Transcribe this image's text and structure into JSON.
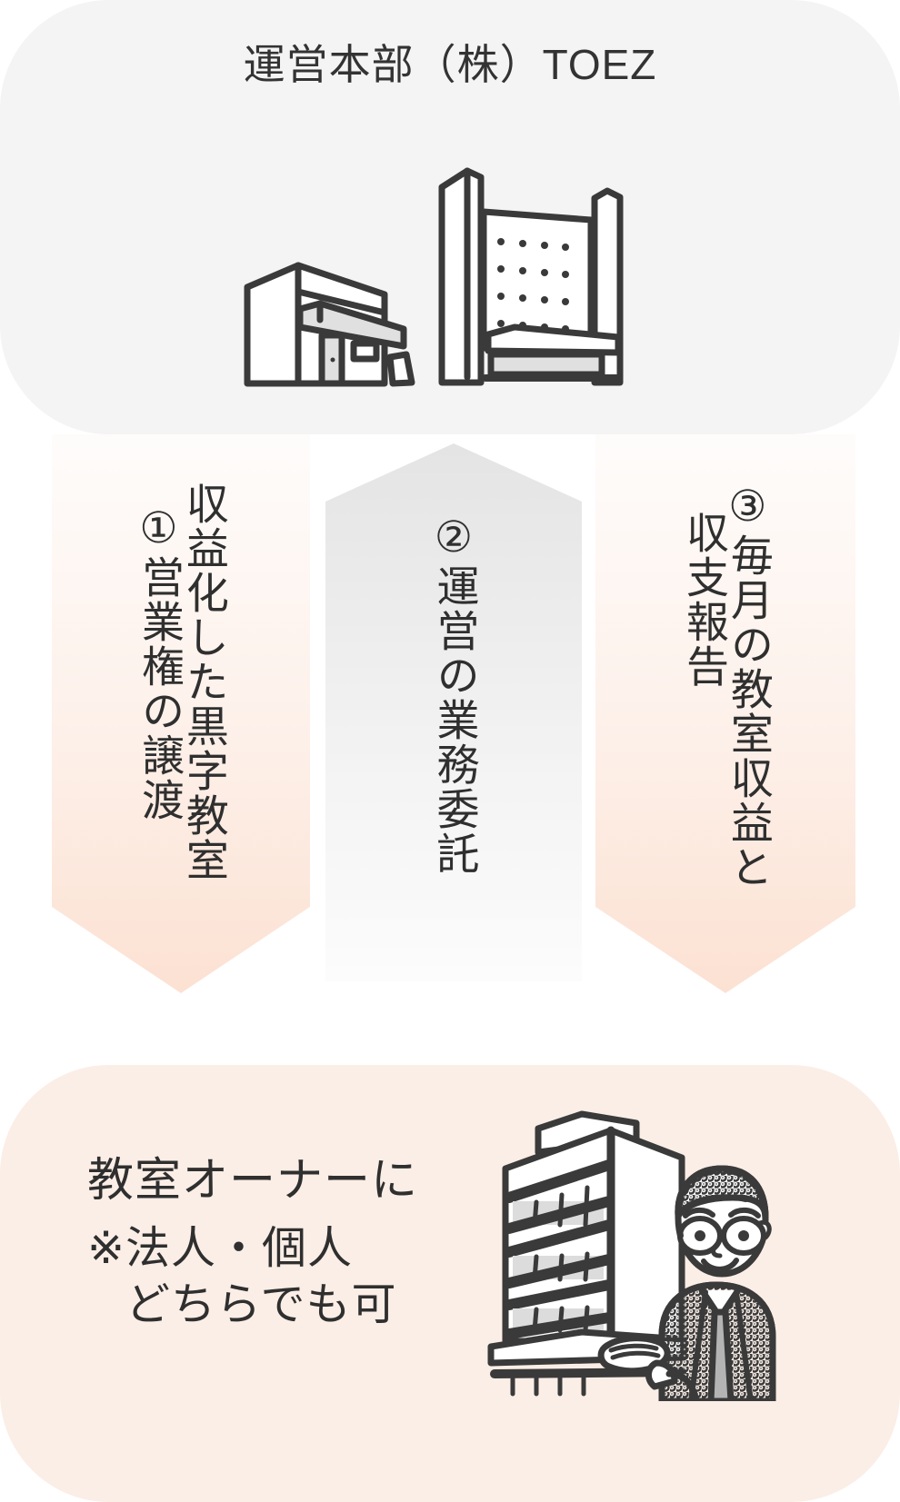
{
  "headquarters": {
    "title": "運営本部（株）TOEZ",
    "icon": "office-buildings-icon",
    "background_color": "#f4f4f4"
  },
  "flow_arrows": [
    {
      "number": "①",
      "direction": "down",
      "line_main": "収益化した黒字教室",
      "line_secondary": "①営業権の譲渡",
      "color_top": "#fefcfb",
      "color_bottom": "#fce1d2"
    },
    {
      "number": "②",
      "direction": "up",
      "line_main": "②運営の業務委託",
      "line_secondary": "",
      "color_top": "#e6e6e6",
      "color_bottom": "#fcfcfc"
    },
    {
      "number": "③",
      "direction": "down",
      "line_main": "③毎月の教室収益と",
      "line_secondary": "収支報告",
      "color_top": "#fefcfb",
      "color_bottom": "#fce1d2"
    }
  ],
  "owner": {
    "line1": "教室オーナーに",
    "line2": "※法人・個人",
    "line3": "どちらでも可",
    "icon": "businessman-presenting-building-icon",
    "background_color": "#fbeee6"
  }
}
